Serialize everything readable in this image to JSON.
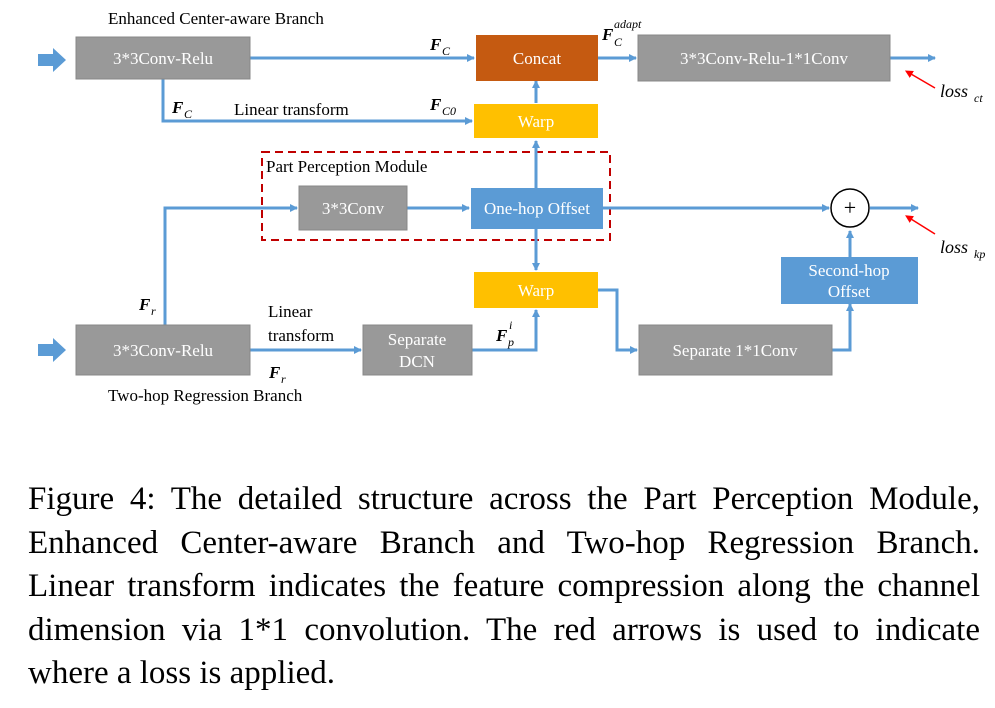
{
  "diagram": {
    "branches": {
      "center_label": "Enhanced Center-aware Branch",
      "regression_label": "Two-hop Regression Branch",
      "module_label": "Part Perception Module"
    },
    "boxes": {
      "conv_relu_top": "3*3Conv-Relu",
      "concat": "Concat",
      "conv_relu_conv": "3*3Conv-Relu-1*1Conv",
      "warp_top": "Warp",
      "conv3x3": "3*3Conv",
      "one_hop_offset": "One-hop Offset",
      "warp_mid": "Warp",
      "conv_relu_bottom": "3*3Conv-Relu",
      "separate_dcn_line1": "Separate",
      "separate_dcn_line2": "DCN",
      "separate_1x1conv": "Separate 1*1Conv",
      "second_hop_line1": "Second-hop",
      "second_hop_line2": "Offset",
      "plus": "+"
    },
    "labels": {
      "linear_transform_top": "Linear transform",
      "linear_line1": "Linear",
      "linear_line2": "transform"
    },
    "symbols": {
      "F": "F",
      "fc_sub": "C",
      "fc0_sub": "C0",
      "fc_adapt_sub": "C",
      "fc_adapt_sup": "adapt",
      "fr_sub": "r",
      "fp_sub": "p",
      "fp_sup": "i"
    },
    "losses": {
      "loss": "loss",
      "ct_sub": "ct",
      "kp_sub": "kp"
    },
    "colors": {
      "gray_box": "#999999",
      "concat_box": "#c55a11",
      "warp_box": "#ffc000",
      "blue_box": "#5b9bd5",
      "arrow": "#5b9bd5",
      "dashed_border": "#c00000",
      "loss_arrow": "#ff0000"
    }
  },
  "caption": "Figure 4: The detailed structure across the Part Perception Module, Enhanced Center-aware Branch and Two-hop Regression Branch. Linear transform indicates the feature compression along the channel dimension via 1*1 convolution. The red arrows is used to indicate where a loss is applied."
}
